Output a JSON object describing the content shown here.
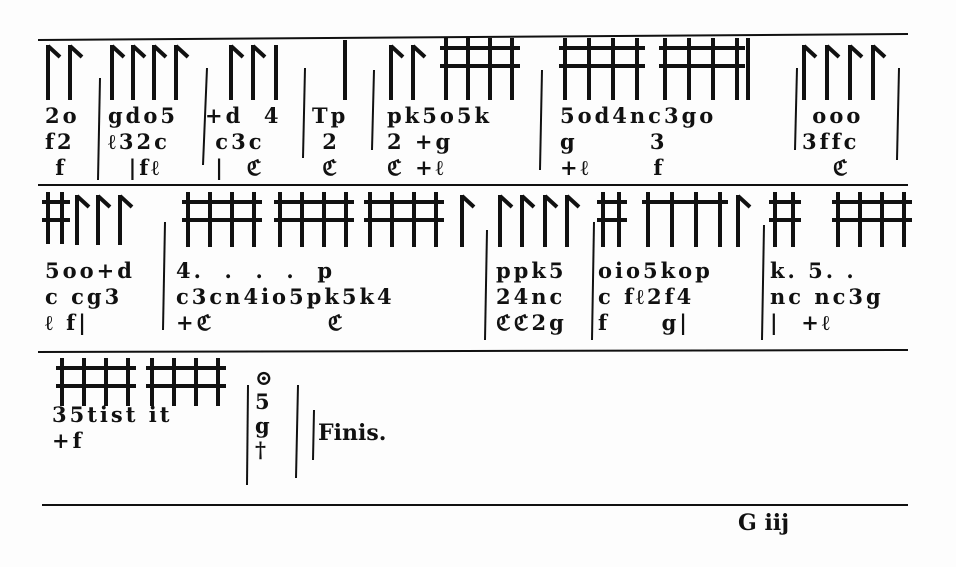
{
  "systems": [
    {
      "measures": [
        {
          "rows": [
            "2o",
            "f2",
            " f"
          ]
        },
        {
          "rows": [
            "gdo5",
            "ℓ32c",
            "  |fℓ"
          ]
        },
        {
          "rows": [
            "+d  4",
            " c3c",
            " |  ℭ"
          ]
        },
        {
          "rows": [
            "Tp",
            " 2",
            " ℭ"
          ]
        },
        {
          "rows": [
            "pk5o5k",
            "2 +g",
            "ℭ +ℓ"
          ]
        },
        {
          "rows": [
            "5od4nc3go",
            "g       3",
            "+ℓ      f"
          ]
        },
        {
          "rows": [
            " ooo",
            "3ffc",
            "   ℭ"
          ]
        }
      ]
    },
    {
      "measures": [
        {
          "rows": [
            "5oo+d",
            "c cg3",
            "ℓ f|"
          ]
        },
        {
          "rows": [
            "4.  .  .  .  p",
            "c3cn4io5pk5k4",
            "+ℭ           ℭ"
          ]
        },
        {
          "rows": [
            "ppk5",
            "24nc",
            "ℭℭ2g"
          ]
        },
        {
          "rows": [
            "oio5kop",
            "c fℓ2f4",
            "f     g|"
          ]
        },
        {
          "rows": [
            "k. 5. .",
            "nc nc3g",
            "|  +ℓ"
          ]
        }
      ]
    },
    {
      "measures": [
        {
          "rows": [
            "35tist it",
            "+f",
            ""
          ]
        },
        {
          "rows": [
            "⊙",
            "5",
            "g",
            "†"
          ]
        }
      ]
    }
  ],
  "finis": "Finis.",
  "signature_mark": "G iij"
}
